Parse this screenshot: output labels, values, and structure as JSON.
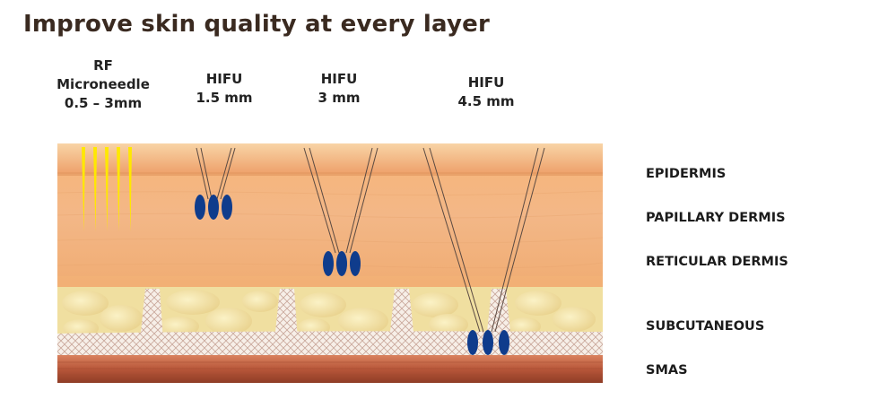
{
  "title": "Improve skin quality at every layer",
  "techniques": [
    {
      "line1": "RF",
      "line2": "Microneedle",
      "line3": "0.5 – 3mm"
    },
    {
      "line1": "HIFU",
      "line2": "1.5 mm"
    },
    {
      "line1": "HIFU",
      "line2": "3 mm"
    },
    {
      "line1": "HIFU",
      "line2": "4.5 mm"
    }
  ],
  "layers": [
    "EPIDERMIS",
    "PAPILLARY DERMIS",
    "RETICULAR DERMIS",
    "SUBCUTANEOUS",
    "SMAS"
  ],
  "colors": {
    "title": "#3a2a20",
    "needle": "#ffe800",
    "focal_point": "#0f3c8c",
    "dermis": "#f2b47a",
    "fat": "#f2e3a8",
    "smas": "#b5502f"
  }
}
